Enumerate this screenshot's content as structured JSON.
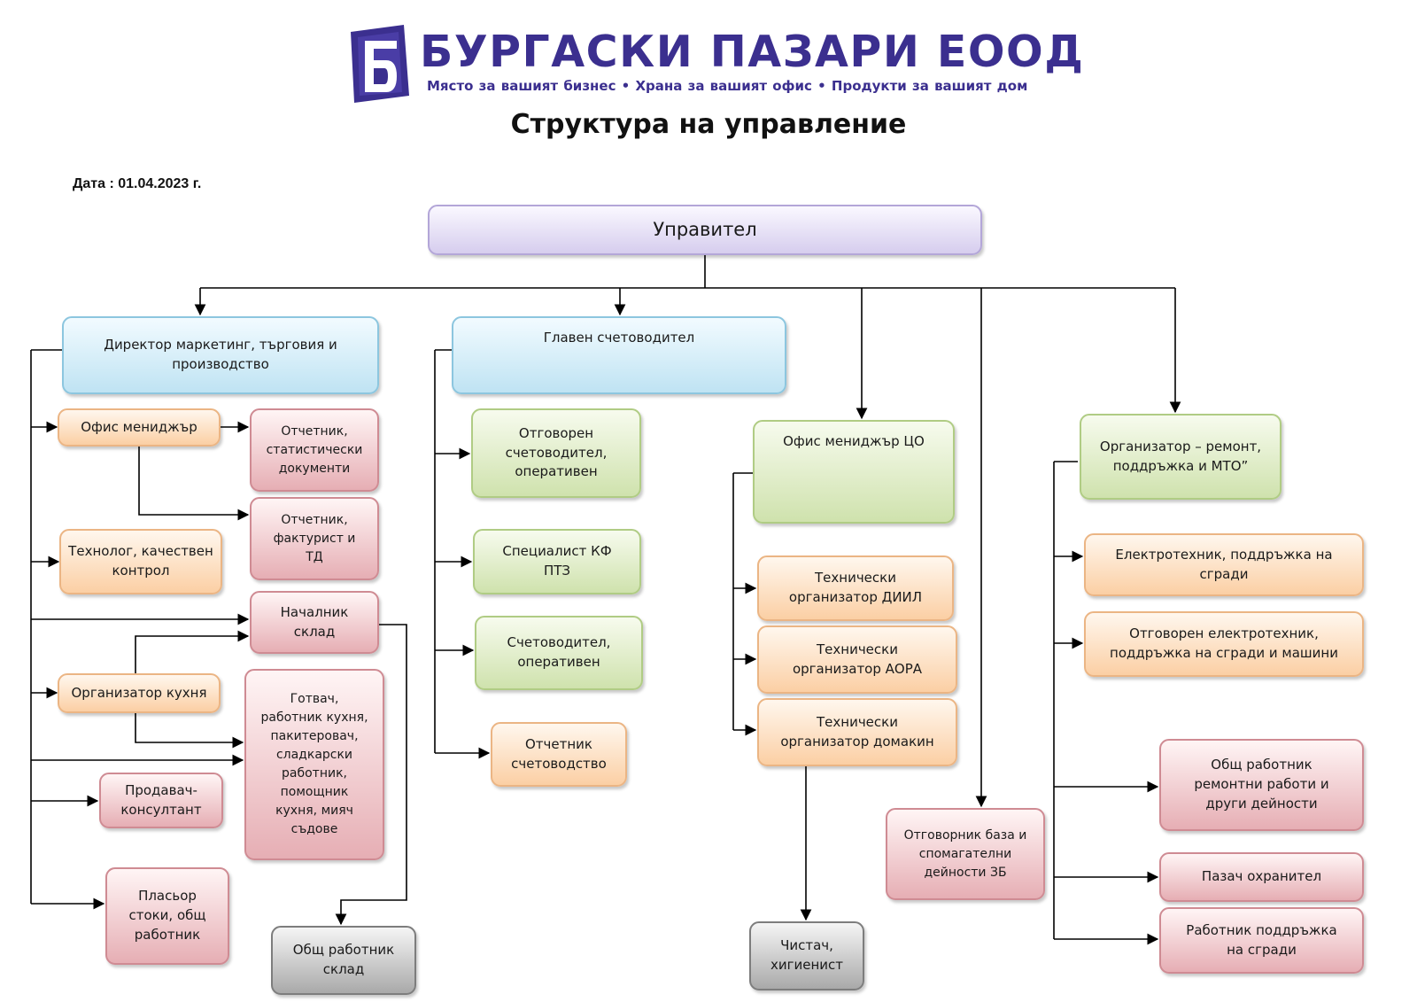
{
  "header": {
    "company_name": "БУРГАСКИ ПАЗАРИ  ЕООД",
    "tagline": "Място за вашият бизнес  •  Храна за вашият офис  •  Продукти за вашият дом",
    "title": "Структура на управление",
    "date": "Дата : 01.04.2023 г."
  },
  "colors": {
    "brand": "#3b2f8f",
    "purple_box": "#d6cdee",
    "blue_box": "#bfe3f3",
    "orange_box": "#fbcfa4",
    "pink_box": "#e6aeb4",
    "green_box": "#cfe2ad",
    "gray_box": "#a9a9a9"
  },
  "nodes": {
    "manager": "Управител",
    "director_marketing": "Директор маркетинг, търговия и производство",
    "office_manager": "Офис мениджър",
    "clerk_statistics": "Отчетник, статистически документи",
    "clerk_invoicing": "Отчетник, фактурист  и ТД",
    "technologist": "Технолог, качествен контрол",
    "warehouse_head": "Началник склад",
    "kitchen_organizer": "Организатор кухня",
    "kitchen_staff": "Готвач, работник кухня, пакитеровач, сладкарски работник, помощник кухня, мияч съдове",
    "sales_consultant": "Продавач-консултант",
    "merchandiser": "Пласьор стоки, общ работник",
    "warehouse_worker": "Общ работник склад",
    "chief_accountant": "Главен счетоводител",
    "responsible_accountant": "Отговорен счетоводител, оперативен",
    "specialist_kf": "Специалист КФ ПТЗ",
    "accountant_operative": "Счетоводител, оперативен",
    "accounting_clerk": "Отчетник счетоводство",
    "office_manager_co": "Офис мениджър ЦО",
    "tech_organizer_diil": "Технически организатор ДИИЛ",
    "tech_organizer_aora": "Технически организатор АОРА",
    "tech_organizer_domakin": "Технически организатор домакин",
    "cleaner": "Чистач, хигиенист",
    "base_responsible": "Отговорник база и спомагателни дейности ЗБ",
    "organizer_repair": "Организатор – ремонт, поддръжка и МТО”",
    "electrician": "Електротехник, поддръжка на сгради",
    "responsible_electrician": "Отговорен електротехник, поддръжка на сгради и машини",
    "general_worker_repairs": "Общ работник ремонтни работи и други дейности",
    "security_guard": "Пазач охранител",
    "building_maintenance_worker": "Работник поддръжка на сгради"
  }
}
